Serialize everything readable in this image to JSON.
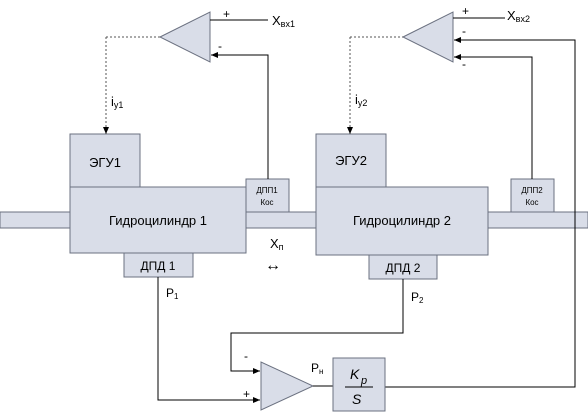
{
  "colors": {
    "block_fill": "#d9dde8",
    "block_stroke": "#6b7180",
    "amp_fill": "#d9dde8",
    "line": "#000000",
    "dashed": "#555555"
  },
  "amp1": {
    "plus": "+",
    "minus": "-"
  },
  "amp2": {
    "plus": "+",
    "minus_top": "-",
    "minus_bottom": "-"
  },
  "amp3": {
    "plus": "+",
    "minus": "-"
  },
  "labels": {
    "xvx1_main": "X",
    "xvx1_sub": "вх1",
    "xvx2_main": "X",
    "xvx2_sub": "вх2",
    "iy1_main": "i",
    "iy1_sub": "у1",
    "iy2_main": "i",
    "iy2_sub": "у2",
    "xp_main": "X",
    "xp_sub": "п",
    "p1_main": "P",
    "p1_sub": "1",
    "p2_main": "P",
    "p2_sub": "2",
    "pn_main": "P",
    "pn_sub": "н",
    "arrow": "↔"
  },
  "blocks": {
    "egu1": "ЭГУ1",
    "egu2": "ЭГУ2",
    "cyl1": "Гидроцилиндр 1",
    "cyl2": "Гидроцилиндр 2",
    "dpd1": "ДПД 1",
    "dpd2": "ДПД 2",
    "dpp1_line1": "ДПП1",
    "dpp1_line2": "Кос",
    "dpp2_line1": "ДПП2",
    "dpp2_line2": "Кос"
  },
  "transfer": {
    "num_main": "K",
    "num_sub": "p",
    "den": "S"
  }
}
